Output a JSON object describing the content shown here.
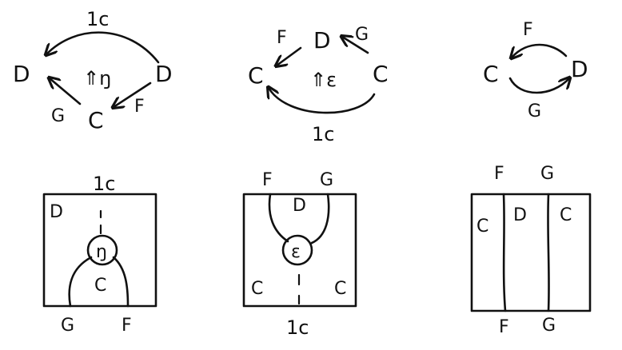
{
  "diagrams": {
    "unit": {
      "top_label": "1c",
      "left_object": "D",
      "right_object": "D",
      "bottom_object": "C",
      "left_arrow_label": "G",
      "right_arrow_label": "F",
      "cell_label": "⇑ŋ"
    },
    "counit": {
      "top_object": "D",
      "left_object": "C",
      "right_object": "C",
      "top_left_label": "F",
      "top_right_label": "G",
      "bottom_label": "1c",
      "cell_label": "⇑ε"
    },
    "adjunction": {
      "left_object": "C",
      "right_object": "D",
      "top_label": "F",
      "bottom_label": "G"
    }
  },
  "string_diagrams": {
    "unit": {
      "top_label": "1c",
      "region_top": "D",
      "node_label": "ŋ",
      "region_inner": "C",
      "bottom_left": "G",
      "bottom_right": "F"
    },
    "counit": {
      "top_left": "F",
      "top_right": "G",
      "region_inner": "D",
      "node_label": "ε",
      "region_left": "C",
      "region_right": "C",
      "bottom_label": "1c"
    },
    "identity": {
      "top_left": "F",
      "top_right": "G",
      "region_left": "C",
      "region_mid": "D",
      "region_right": "C",
      "bottom_left": "F",
      "bottom_right": "G"
    }
  }
}
